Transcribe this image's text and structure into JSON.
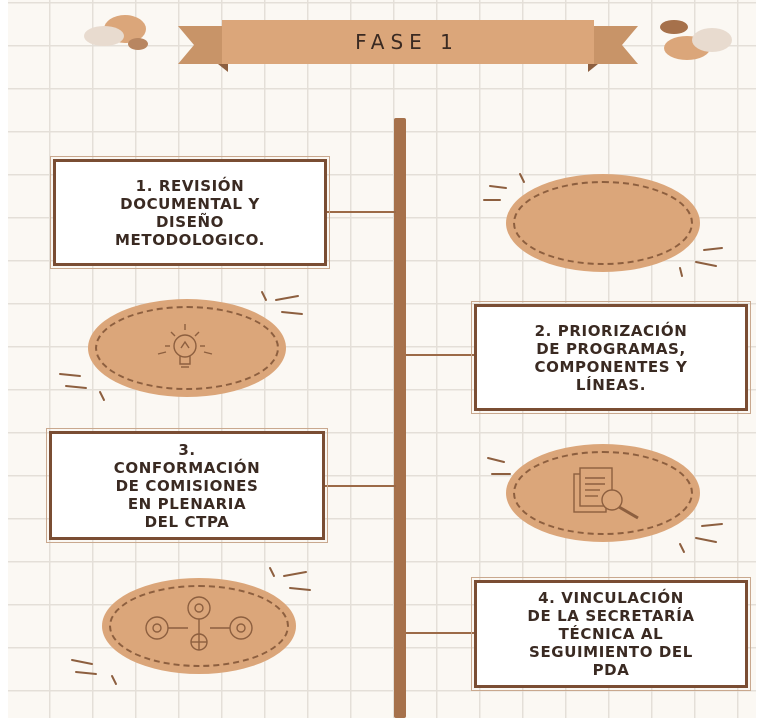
{
  "header": {
    "title": "FASE 1"
  },
  "steps": [
    {
      "label": "1.        REVISIÓN\nDOCUMENTAL Y\nDISEÑO\nMETODOLOGICO."
    },
    {
      "label": "2. PRIORIZACIÓN\nDE PROGRAMAS,\nCOMPONENTES Y\nLÍNEAS."
    },
    {
      "label": "3.\nCONFORMACIÓN\nDE COMISIONES\nEN PLENARIA\nDEL CTPA"
    },
    {
      "label": "4. VINCULACIÓN\nDE LA SECRETARÍA\nTÉCNICA AL\nSEGUIMIENTO DEL\nPDA"
    }
  ],
  "icons": [
    "lightbulb-icon",
    "document-search-icon",
    "people-network-icon"
  ],
  "colors": {
    "accent": "#dba67a",
    "border": "#7a4d33",
    "spine": "#a6714b",
    "background": "#fbf8f3"
  }
}
